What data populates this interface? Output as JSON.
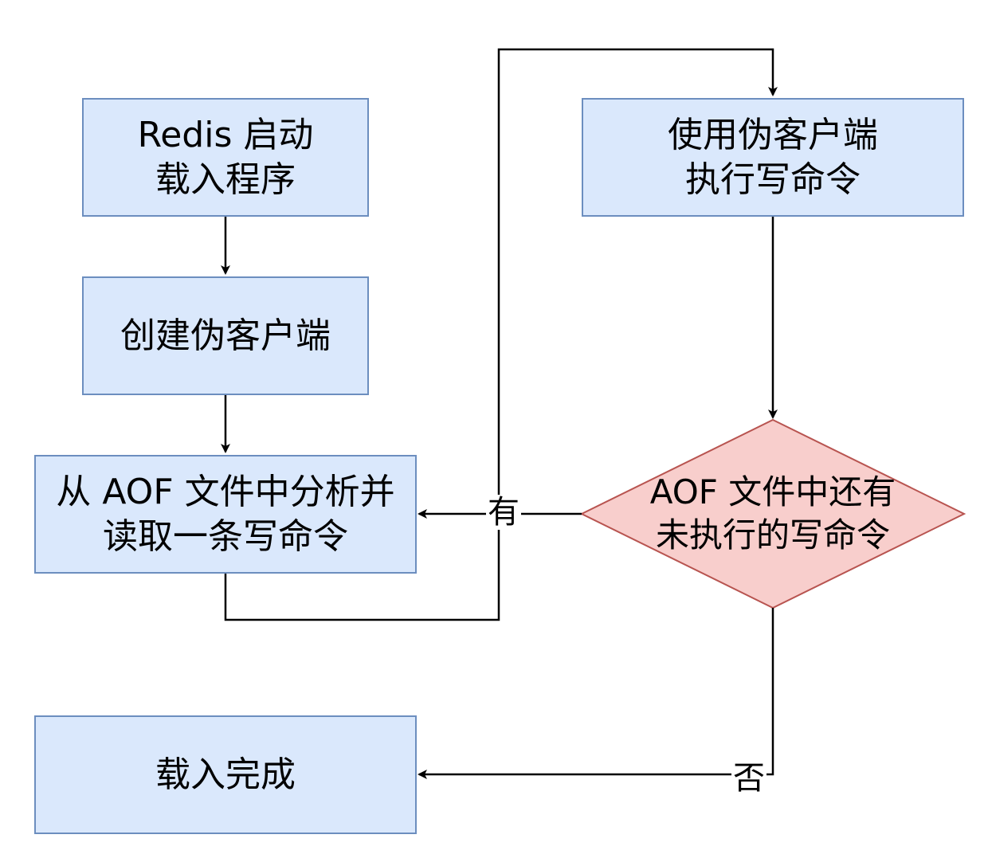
{
  "nodes": {
    "start": "Redis 启动\n载入程序",
    "create_client": "创建伪客户端",
    "parse_command": "从 AOF 文件中分析并\n读取一条写命令",
    "execute_command": "使用伪客户端\n执行写命令",
    "decision": "AOF 文件中还有\n未执行的写命令",
    "done": "载入完成"
  },
  "edges": {
    "yes_label": "有",
    "no_label": "否"
  },
  "colors": {
    "process_fill": "#dae8fc",
    "process_stroke": "#6c8ebf",
    "decision_fill": "#f8cecc",
    "decision_stroke": "#b85450",
    "line": "#000000"
  }
}
